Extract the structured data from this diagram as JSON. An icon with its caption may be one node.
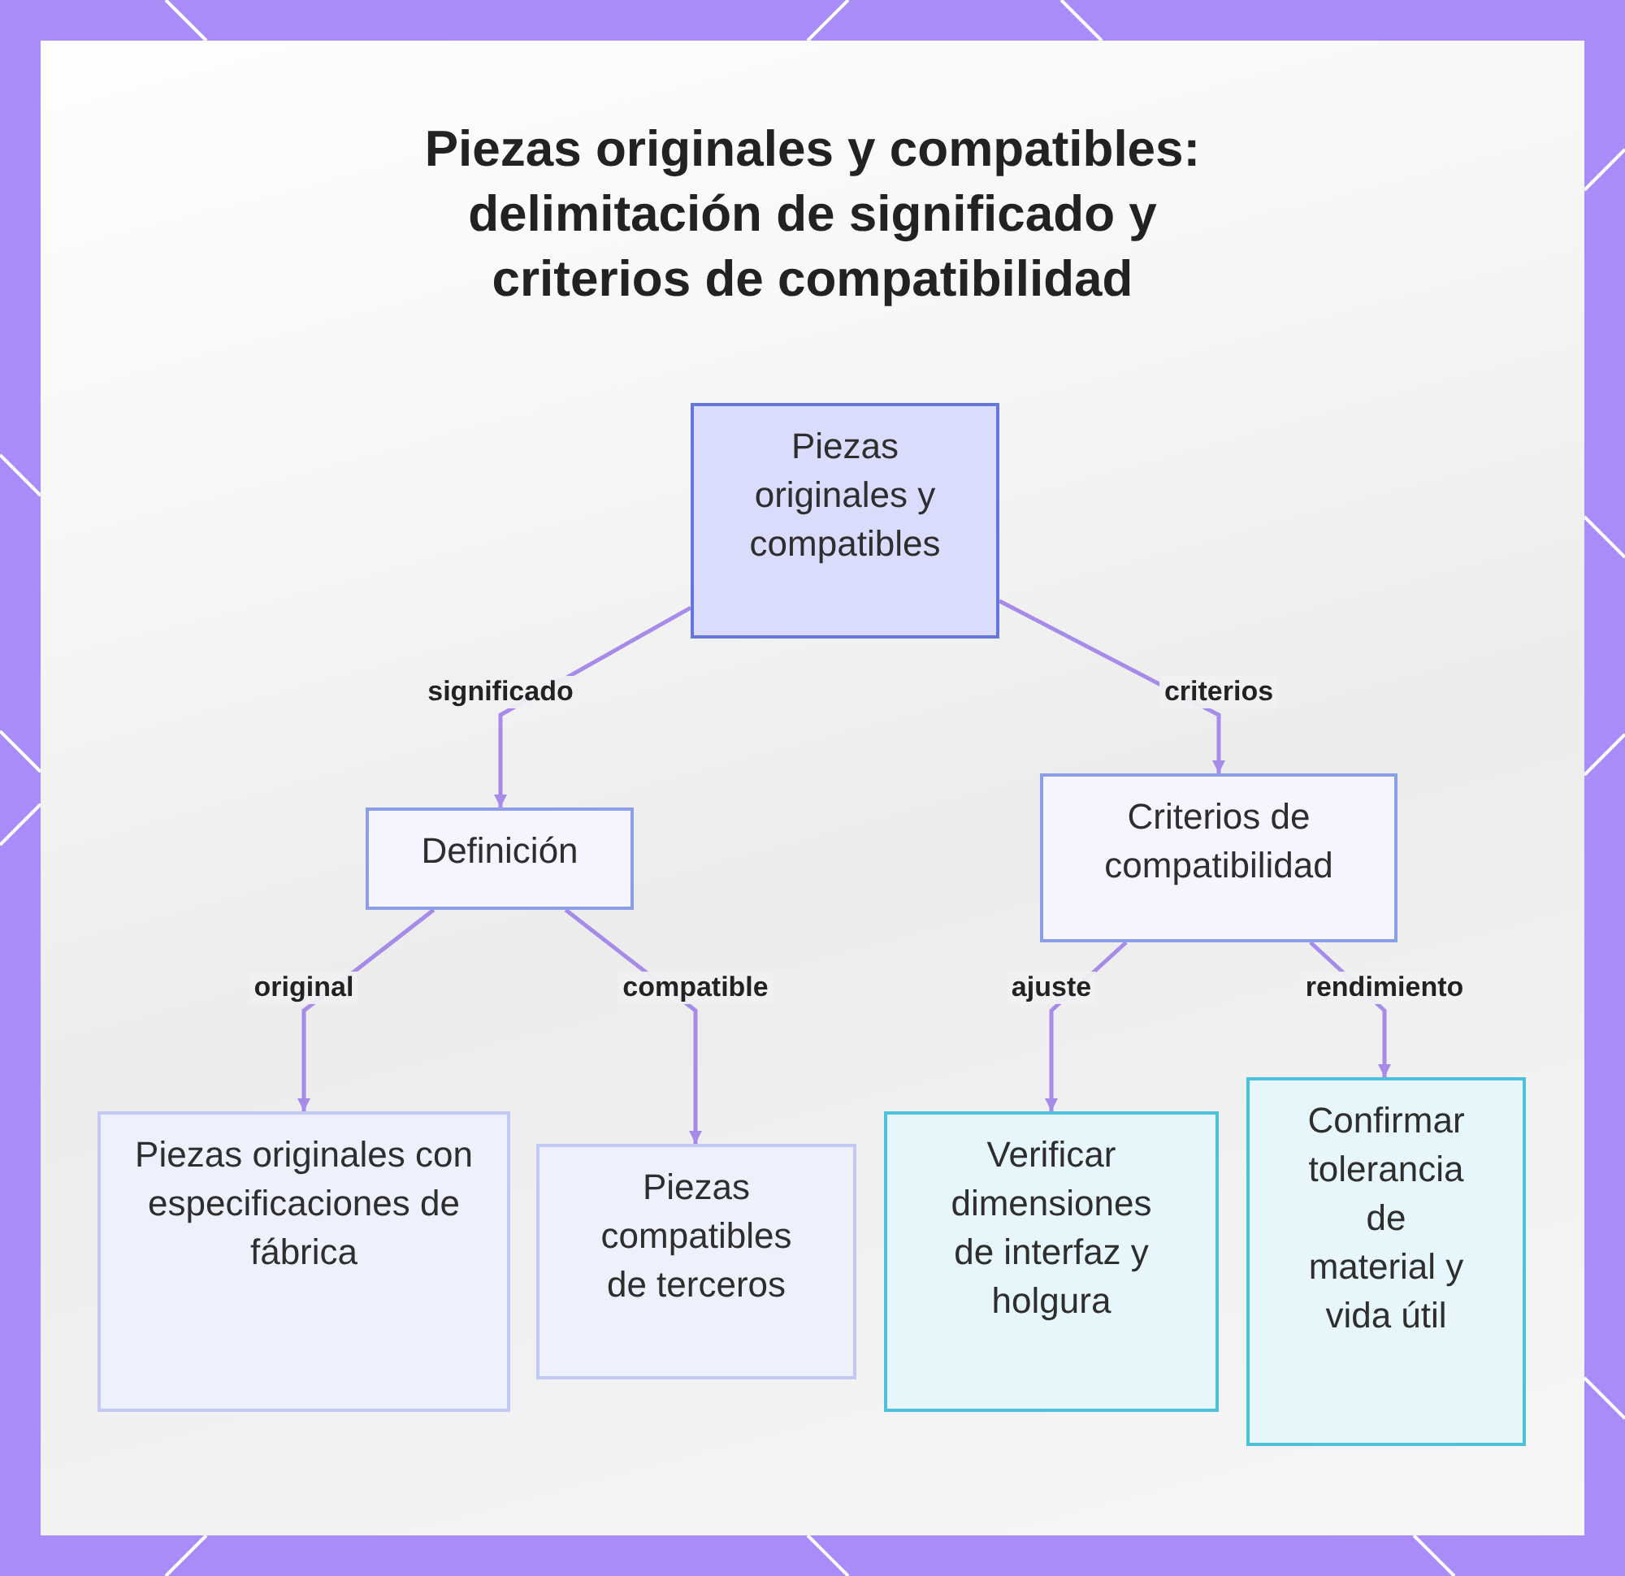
{
  "diagram": {
    "title": "Piezas originales y compatibles: delimitación de significado y criterios de compatibilidad",
    "nodes": [
      {
        "text": [
          "Piezas originales y compatibles"
        ]
      },
      {
        "text": [
          "Definición"
        ]
      },
      {
        "text": [
          "Criterios de compatibilidad"
        ]
      },
      {
        "text": [
          "Piezas originales con especificaciones de fábrica"
        ]
      },
      {
        "text": [
          "Piezas compatibles de terceros"
        ]
      },
      {
        "text": [
          "Verificar dimensiones de interfaz y holgura"
        ]
      },
      {
        "text": [
          "Confirmar tolerancia de material y vida útil"
        ]
      }
    ],
    "edges": [
      {
        "from": 0,
        "to": 1,
        "arrow": "to",
        "label": "significado"
      },
      {
        "from": 0,
        "to": 2,
        "arrow": "to",
        "label": "criterios"
      },
      {
        "from": 1,
        "to": 3,
        "arrow": "to",
        "label": "original"
      },
      {
        "from": 1,
        "to": 4,
        "arrow": "to",
        "label": "compatible"
      },
      {
        "from": 2,
        "to": 5,
        "arrow": "to",
        "label": "ajuste"
      },
      {
        "from": 2,
        "to": 6,
        "arrow": "to",
        "label": "rendimiento"
      }
    ]
  }
}
